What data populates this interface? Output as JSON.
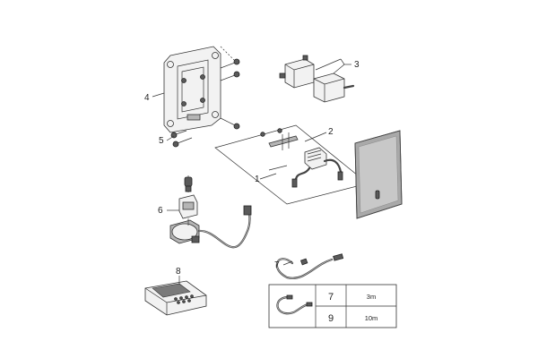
{
  "callouts": [
    {
      "id": "1",
      "text": "1"
    },
    {
      "id": "2",
      "text": "2"
    },
    {
      "id": "3",
      "text": "3"
    },
    {
      "id": "4",
      "text": "4"
    },
    {
      "id": "5",
      "text": "5"
    },
    {
      "id": "6",
      "text": "6"
    },
    {
      "id": "7",
      "text": "7"
    },
    {
      "id": "8",
      "text": "8"
    }
  ],
  "cable_table": {
    "rows": [
      {
        "number": "7",
        "length": "3m"
      },
      {
        "number": "9",
        "length": "10m"
      }
    ]
  }
}
